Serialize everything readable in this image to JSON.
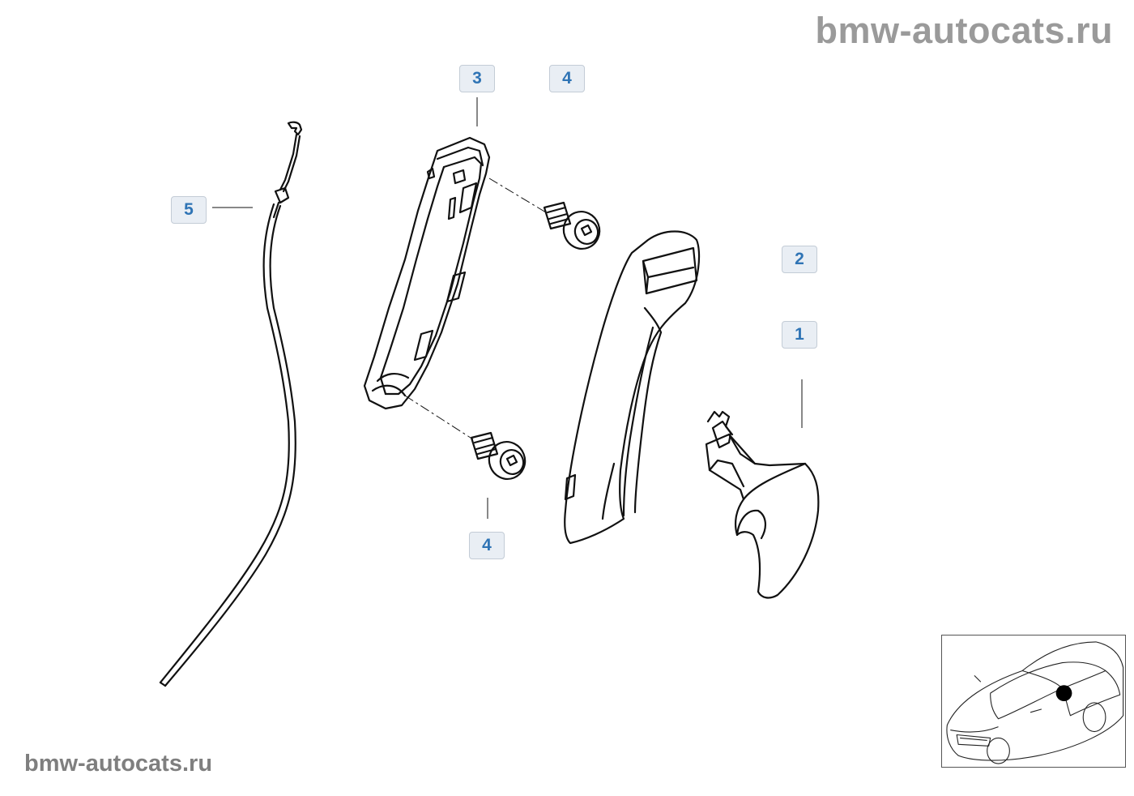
{
  "watermark": {
    "top": "bmw-autocats.ru",
    "bottom": "bmw-autocats.ru"
  },
  "callouts": [
    {
      "id": "3",
      "label": "3"
    },
    {
      "id": "4a",
      "label": "4"
    },
    {
      "id": "5",
      "label": "5"
    },
    {
      "id": "2",
      "label": "2"
    },
    {
      "id": "1",
      "label": "1"
    },
    {
      "id": "4b",
      "label": "4"
    }
  ],
  "colors": {
    "callout_text": "#2f74b5",
    "callout_bg": "#e9eef4",
    "line_art": "#111111",
    "watermark": "#9a9a9a",
    "location_dot": "#000000"
  },
  "icons": {
    "thumbnail": "car-location-icon"
  }
}
